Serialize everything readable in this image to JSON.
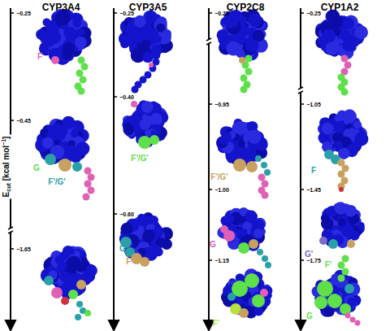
{
  "diagram": {
    "labels": [
      "CYP3A4",
      "CYP3A5",
      "CYP2C8",
      "CYP1A2",
      "E",
      "cut",
      "[kcal mol",
      "−1",
      "]",
      "−0.25",
      "−0.45",
      "−1.65",
      "−0.25",
      "−0.40",
      "−0.60",
      "−0.25",
      "−0.95",
      "−1.00",
      "−1.15",
      "−0.25",
      "−1.05",
      "−1.45",
      "−1.75",
      "F",
      "G",
      "F'/G'",
      "F'/G'",
      "G",
      "F",
      "F'/G'",
      "G",
      "F'",
      "F",
      "G'",
      "F'",
      "G"
    ]
  }
}
